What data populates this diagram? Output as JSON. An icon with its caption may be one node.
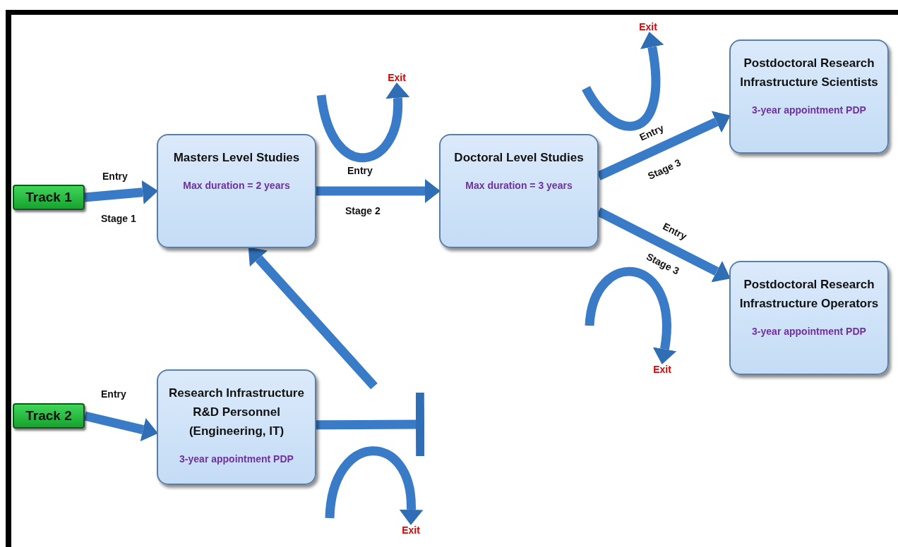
{
  "diagram": {
    "nodes": [
      {
        "text": [
          "Track 1"
        ]
      },
      {
        "text": [
          "Masters Level Studies",
          "Max duration = 2 years"
        ]
      },
      {
        "text": [
          "Doctoral Level Studies",
          "Max duration = 3 years"
        ]
      },
      {
        "text": [
          "Postdoctoral Research Infrastructure Scientists",
          "3-year appointment  PDP"
        ]
      },
      {
        "text": [
          "Postdoctoral Research Infrastructure Operators",
          "3-year appointment  PDP"
        ]
      },
      {
        "text": [
          "Track 2"
        ]
      },
      {
        "text": [
          "Research Infrastructure R&D Personnel (Engineering, IT)",
          "3-year appointment  PDP"
        ]
      },
      {
        "text": [
          "Exit"
        ]
      },
      {
        "text": [
          "Exit"
        ]
      },
      {
        "text": [
          "Exit"
        ]
      },
      {
        "text": [
          "Exit"
        ]
      }
    ],
    "edges": [
      {
        "from": 0,
        "to": 1,
        "arrow": "to",
        "label": "Entry"
      },
      {
        "from": 1,
        "to": 2,
        "arrow": "to",
        "label": "Entry"
      },
      {
        "from": 2,
        "to": 3,
        "arrow": "to",
        "label": "Entry"
      },
      {
        "from": 2,
        "to": 4,
        "arrow": "to",
        "label": "Entry"
      },
      {
        "from": 5,
        "to": 6,
        "arrow": "to",
        "label": "Entry"
      },
      {
        "from": null,
        "to": 7,
        "arrow": "to"
      },
      {
        "from": null,
        "to": 8,
        "arrow": "to"
      },
      {
        "from": null,
        "to": 9,
        "arrow": "to"
      },
      {
        "from": null,
        "to": 10,
        "arrow": "to"
      },
      {
        "from": 6,
        "to": null,
        "arrow": "other"
      },
      {
        "from": null,
        "to": 1,
        "arrow": "to"
      }
    ],
    "labels": [
      "Stage 1",
      "Stage 2",
      "Stage 3",
      "Stage 3"
    ]
  }
}
